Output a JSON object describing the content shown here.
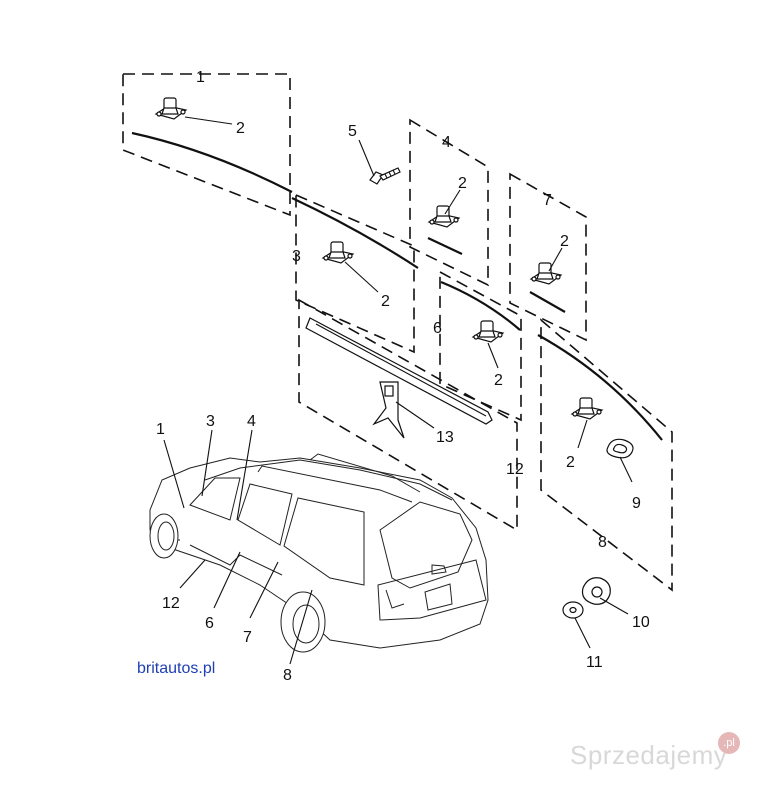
{
  "diagram": {
    "callouts": [
      {
        "id": "c1a",
        "text": "1"
      },
      {
        "id": "c2a",
        "text": "2"
      },
      {
        "id": "c5",
        "text": "5"
      },
      {
        "id": "c4a",
        "text": "4"
      },
      {
        "id": "c2b",
        "text": "2"
      },
      {
        "id": "c7a",
        "text": "7"
      },
      {
        "id": "c2c",
        "text": "2"
      },
      {
        "id": "c3a",
        "text": "3"
      },
      {
        "id": "c2d",
        "text": "2"
      },
      {
        "id": "c6a",
        "text": "6"
      },
      {
        "id": "c2e",
        "text": "2"
      },
      {
        "id": "c13",
        "text": "13"
      },
      {
        "id": "c12a",
        "text": "12"
      },
      {
        "id": "c2f",
        "text": "2"
      },
      {
        "id": "c9",
        "text": "9"
      },
      {
        "id": "c8a",
        "text": "8"
      },
      {
        "id": "c10",
        "text": "10"
      },
      {
        "id": "c11",
        "text": "11"
      },
      {
        "id": "c1b",
        "text": "1"
      },
      {
        "id": "c3b",
        "text": "3"
      },
      {
        "id": "c4b",
        "text": "4"
      },
      {
        "id": "c12b",
        "text": "12"
      },
      {
        "id": "c6b",
        "text": "6"
      },
      {
        "id": "c7b",
        "text": "7"
      },
      {
        "id": "c8b",
        "text": "8"
      }
    ],
    "source_credit": "britautos.pl",
    "watermark": "Sprzedajemy",
    "watermark_badge": ".pl"
  }
}
